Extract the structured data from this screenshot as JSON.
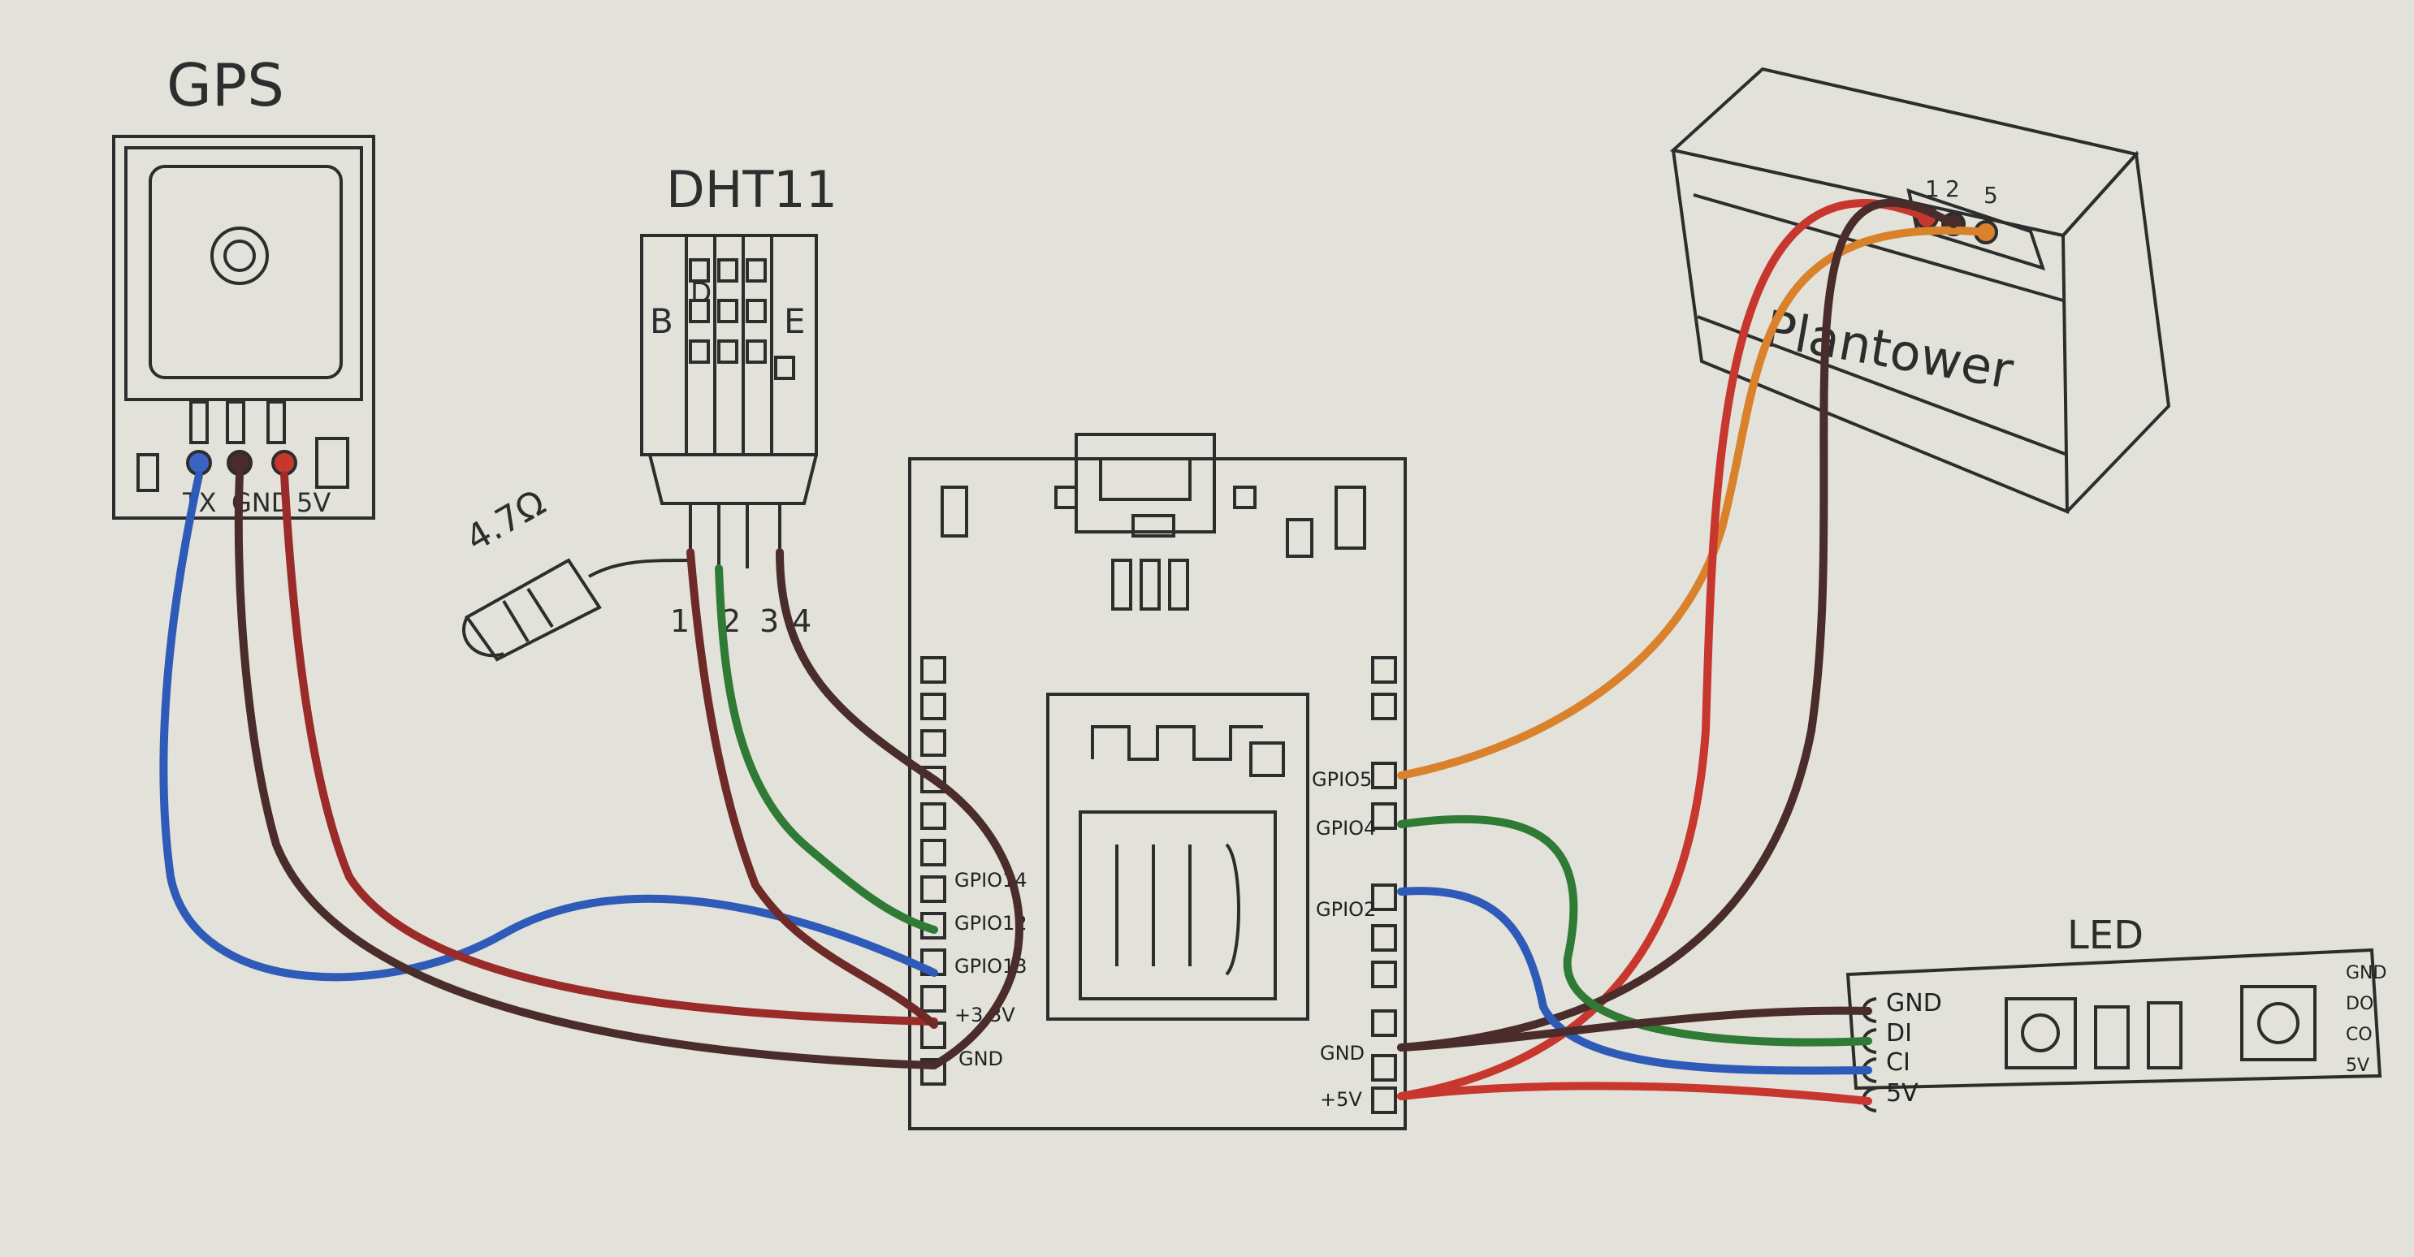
{
  "colors": {
    "paper": "#e2e2da",
    "ink": "#2d2d2d",
    "blue": "#2f5bb8",
    "brown": "#4a2c2a",
    "red": "#c8372e",
    "green": "#2f7a34",
    "orange": "#d9822b"
  },
  "gps": {
    "title": "GPS",
    "pins": [
      "TX",
      "GND",
      "5V"
    ]
  },
  "dht11": {
    "title": "DHT11",
    "letters": [
      "B",
      "D",
      "E"
    ],
    "resistor": "4.7Ω",
    "pins": [
      "1",
      "2",
      "3",
      "4"
    ]
  },
  "pms": {
    "title": "Plantower",
    "pins": [
      "1",
      "2",
      "5"
    ]
  },
  "board": {
    "left_pins": [
      "GPIO14",
      "GPIO12",
      "GPIO13",
      "+3.3V",
      "GND"
    ],
    "right_pins": [
      "GPIO5",
      "GPIO4",
      "GPIO2",
      "GND",
      "+5V"
    ]
  },
  "led": {
    "title": "LED",
    "pins": [
      "GND",
      "DI",
      "CI",
      "5V"
    ],
    "edge_labels": [
      "GND",
      "DO",
      "CO",
      "5V"
    ]
  }
}
